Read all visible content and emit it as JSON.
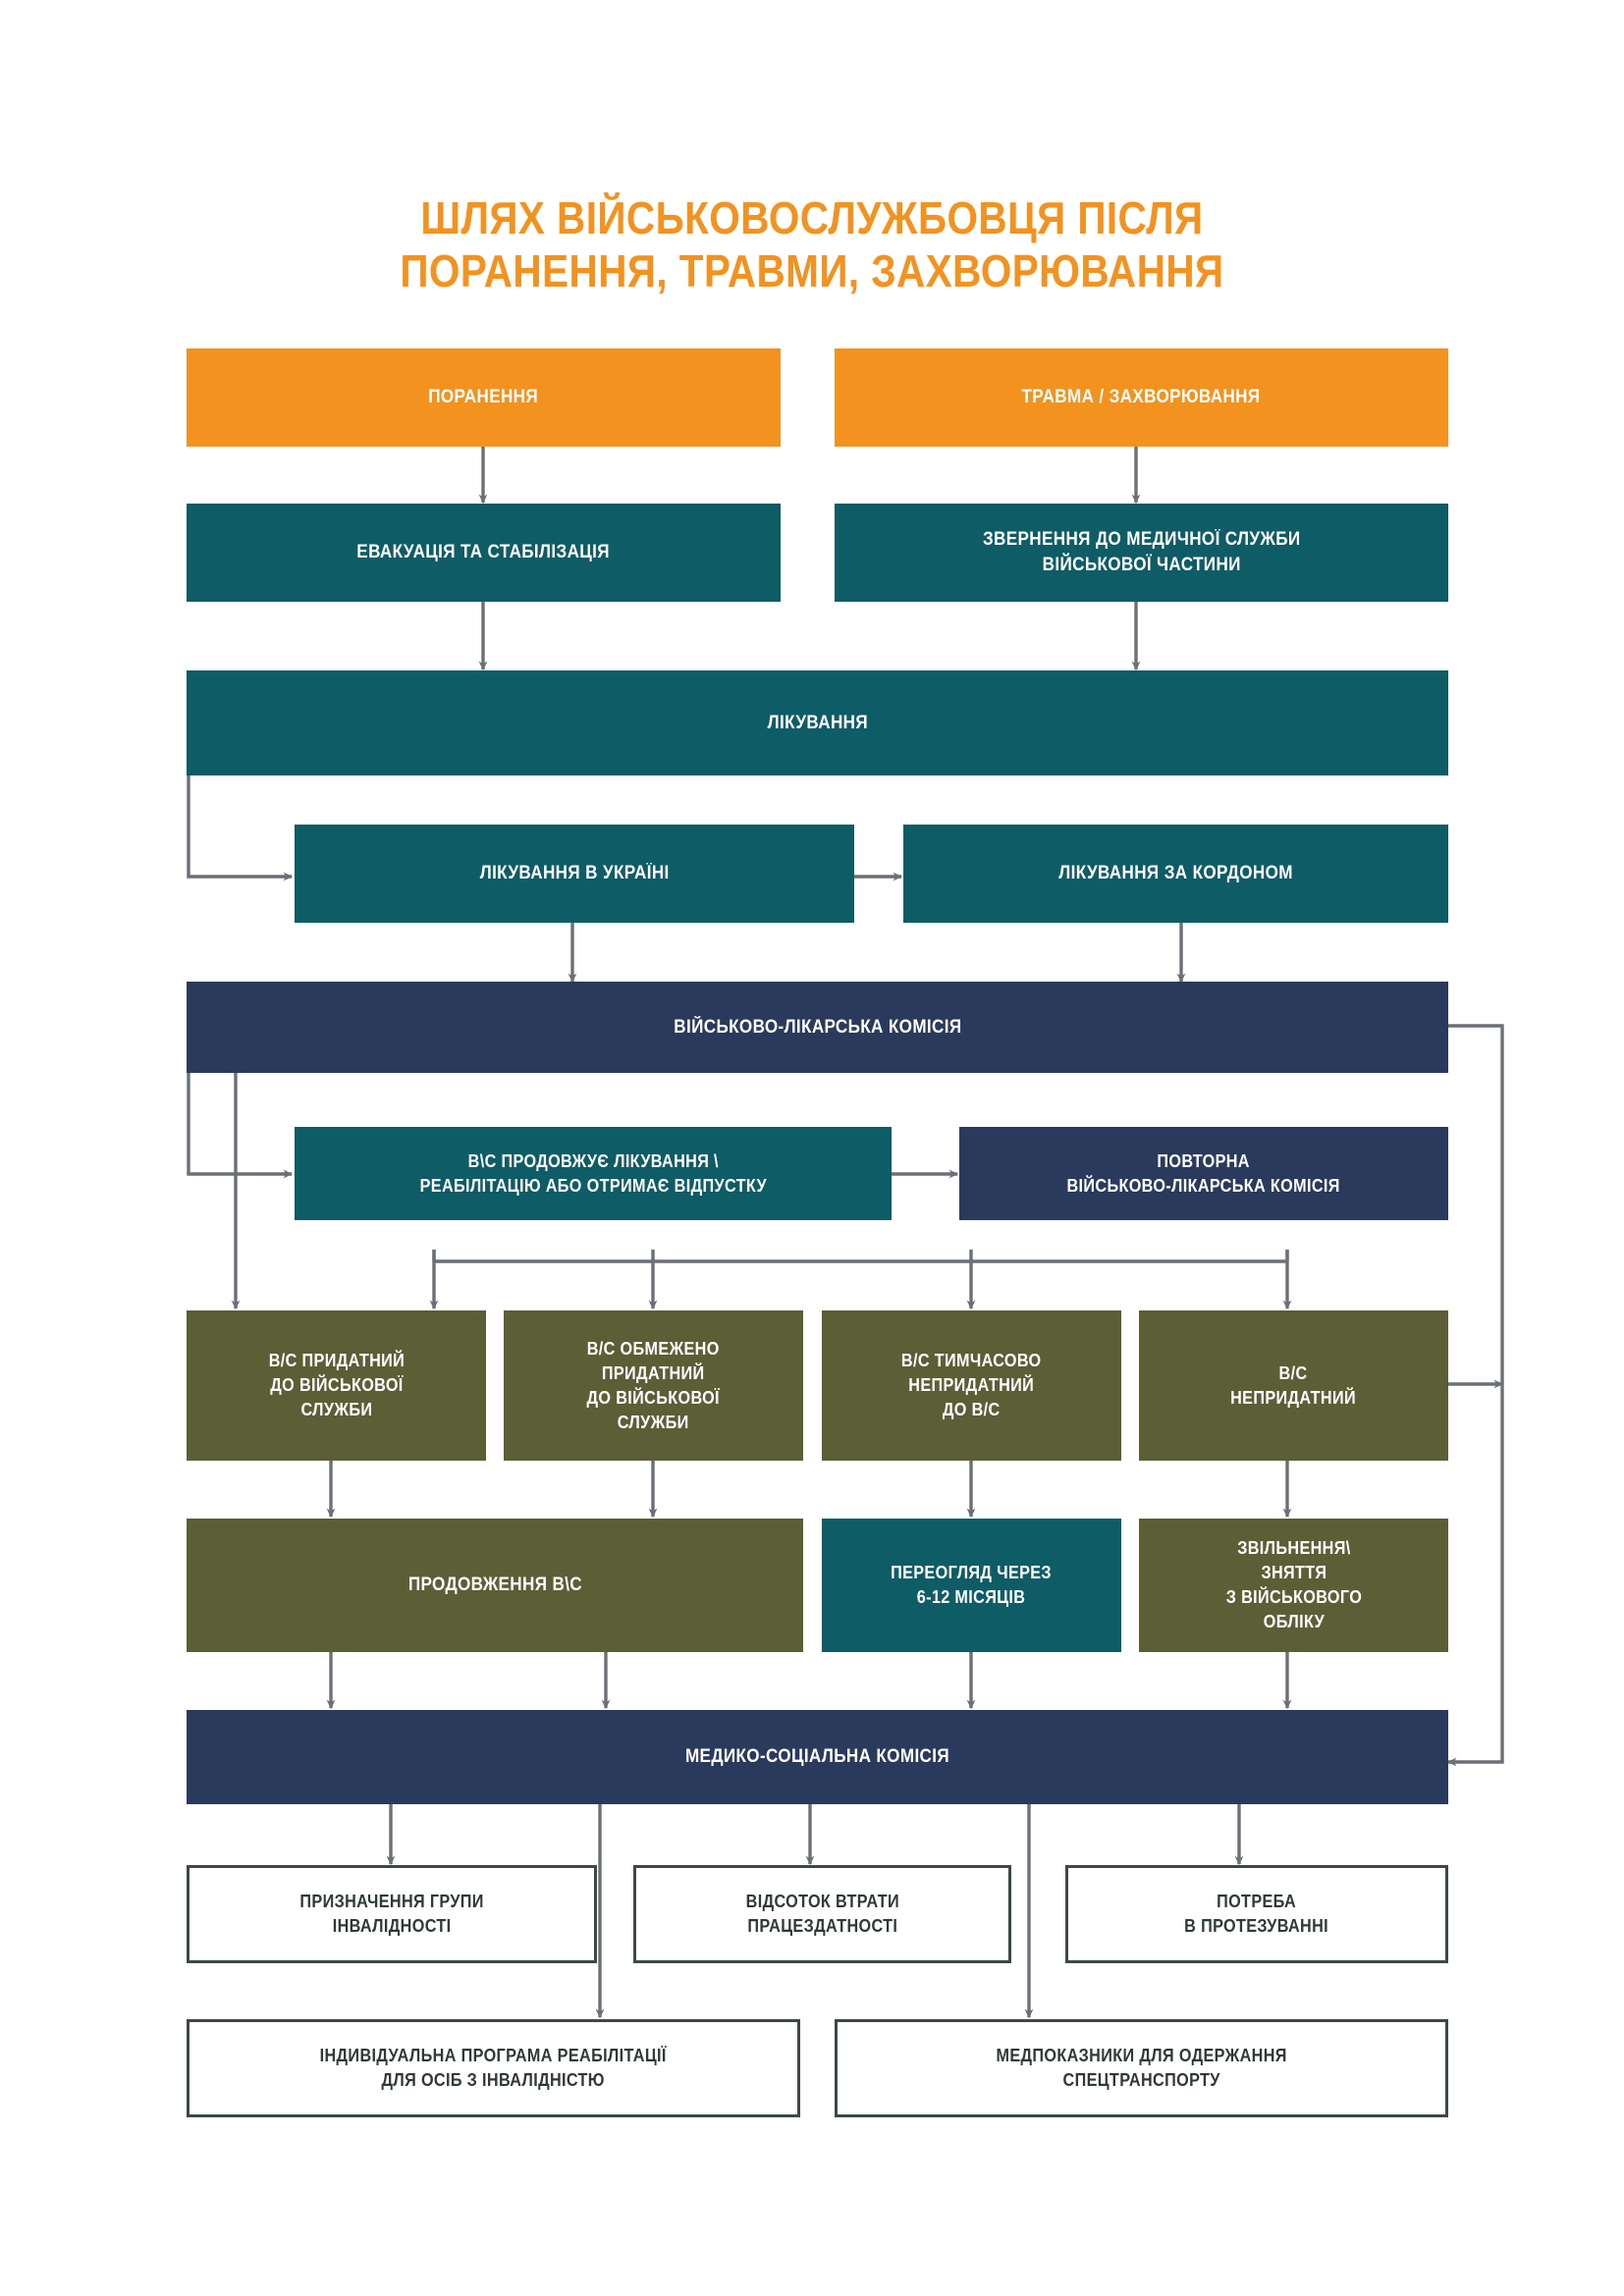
{
  "title": {
    "line1": "ШЛЯХ ВІЙСЬКОВОСЛУЖБОВЦЯ ПІСЛЯ",
    "line2": "ПОРАНЕННЯ, ТРАВМИ, ЗАХВОРЮВАННЯ"
  },
  "colors": {
    "orange": "#f3921e",
    "teal": "#0d5c66",
    "navy": "#2a3a5c",
    "olive": "#5c5f36",
    "outline_border": "#3c4a41",
    "outline_text": "#2f3a33",
    "connector": "#6b7076",
    "background": "#ffffff"
  },
  "chart_data": {
    "type": "diagram",
    "title": "ШЛЯХ ВІЙСЬКОВОСЛУЖБОВЦЯ ПІСЛЯ ПОРАНЕННЯ, ТРАВМИ, ЗАХВОРЮВАННЯ",
    "nodes": [
      {
        "id": "n1",
        "label": "ПОРАНЕННЯ",
        "style": "orange"
      },
      {
        "id": "n2",
        "label": "ТРАВМА / ЗАХВОРЮВАННЯ",
        "style": "orange"
      },
      {
        "id": "n3",
        "label": "ЕВАКУАЦІЯ ТА СТАБІЛІЗАЦІЯ",
        "style": "teal"
      },
      {
        "id": "n4",
        "label": "ЗВЕРНЕННЯ ДО МЕДИЧНОЇ СЛУЖБИ\nВІЙСЬКОВОЇ ЧАСТИНИ",
        "style": "teal"
      },
      {
        "id": "n5",
        "label": "ЛІКУВАННЯ",
        "style": "teal"
      },
      {
        "id": "n6",
        "label": "ЛІКУВАННЯ В УКРАЇНІ",
        "style": "teal"
      },
      {
        "id": "n7",
        "label": "ЛІКУВАННЯ ЗА КОРДОНОМ",
        "style": "teal"
      },
      {
        "id": "n8",
        "label": "ВІЙСЬКОВО-ЛІКАРСЬКА КОМІСІЯ",
        "style": "navy"
      },
      {
        "id": "n9",
        "label": "В\\С ПРОДОВЖУЄ ЛІКУВАННЯ \\\nРЕАБІЛІТАЦІЮ АБО ОТРИМАЄ ВІДПУСТКУ",
        "style": "teal"
      },
      {
        "id": "n10",
        "label": "ПОВТОРНА\nВІЙСЬКОВО-ЛІКАРСЬКА КОМІСІЯ",
        "style": "navy"
      },
      {
        "id": "n11",
        "label": "В/С ПРИДАТНИЙ\nДО ВІЙСЬКОВОЇ\nСЛУЖБИ",
        "style": "olive"
      },
      {
        "id": "n12",
        "label": "В/С ОБМЕЖЕНО\nПРИДАТНИЙ\nДО ВІЙСЬКОВОЇ\nСЛУЖБИ",
        "style": "olive"
      },
      {
        "id": "n13",
        "label": "В/С ТИМЧАСОВО\nНЕПРИДАТНИЙ\nДО В/С",
        "style": "olive"
      },
      {
        "id": "n14",
        "label": "В/С\nНЕПРИДАТНИЙ",
        "style": "olive"
      },
      {
        "id": "n15",
        "label": "ПРОДОВЖЕННЯ В\\С",
        "style": "olive"
      },
      {
        "id": "n16",
        "label": "ПЕРЕОГЛЯД ЧЕРЕЗ\n6-12 МІСЯЦІВ",
        "style": "teal"
      },
      {
        "id": "n17",
        "label": "ЗВІЛЬНЕННЯ\\\nЗНЯТТЯ\nЗ ВІЙСЬКОВОГО\nОБЛІКУ",
        "style": "olive"
      },
      {
        "id": "n18",
        "label": "МЕДИКО-СОЦІАЛЬНА КОМІСІЯ",
        "style": "navy"
      },
      {
        "id": "n19",
        "label": "ПРИЗНАЧЕННЯ ГРУПИ\nІНВАЛІДНОСТІ",
        "style": "outline"
      },
      {
        "id": "n20",
        "label": "ВІДСОТОК ВТРАТИ\nПРАЦЕЗДАТНОСТІ",
        "style": "outline"
      },
      {
        "id": "n21",
        "label": "ПОТРЕБА\nВ ПРОТЕЗУВАННІ",
        "style": "outline"
      },
      {
        "id": "n22",
        "label": "ІНДИВІДУАЛЬНА ПРОГРАМА РЕАБІЛІТАЦІЇ\nДЛЯ ОСІБ З ІНВАЛІДНІСТЮ",
        "style": "outline"
      },
      {
        "id": "n23",
        "label": "МЕДПОКАЗНИКИ ДЛЯ ОДЕРЖАННЯ\nСПЕЦТРАНСПОРТУ",
        "style": "outline"
      }
    ],
    "edges": [
      {
        "from": "n1",
        "to": "n3"
      },
      {
        "from": "n2",
        "to": "n4"
      },
      {
        "from": "n3",
        "to": "n5"
      },
      {
        "from": "n4",
        "to": "n5"
      },
      {
        "from": "n5",
        "to": "n6"
      },
      {
        "from": "n6",
        "to": "n7"
      },
      {
        "from": "n6",
        "to": "n8"
      },
      {
        "from": "n7",
        "to": "n8"
      },
      {
        "from": "n8",
        "to": "n9"
      },
      {
        "from": "n9",
        "to": "n10"
      },
      {
        "from": "n8",
        "to": "n11"
      },
      {
        "from": "n10",
        "to": "n11"
      },
      {
        "from": "n10",
        "to": "n12"
      },
      {
        "from": "n10",
        "to": "n13"
      },
      {
        "from": "n10",
        "to": "n14"
      },
      {
        "from": "n11",
        "to": "n15"
      },
      {
        "from": "n12",
        "to": "n15"
      },
      {
        "from": "n13",
        "to": "n16"
      },
      {
        "from": "n14",
        "to": "n17"
      },
      {
        "from": "n15",
        "to": "n18"
      },
      {
        "from": "n16",
        "to": "n18"
      },
      {
        "from": "n17",
        "to": "n18"
      },
      {
        "from": "n8",
        "to": "n18",
        "note": "right bypass"
      },
      {
        "from": "n14",
        "to": "n18",
        "note": "right bypass"
      },
      {
        "from": "n18",
        "to": "n19"
      },
      {
        "from": "n18",
        "to": "n20"
      },
      {
        "from": "n18",
        "to": "n21"
      },
      {
        "from": "n18",
        "to": "n22"
      },
      {
        "from": "n18",
        "to": "n23"
      }
    ]
  }
}
